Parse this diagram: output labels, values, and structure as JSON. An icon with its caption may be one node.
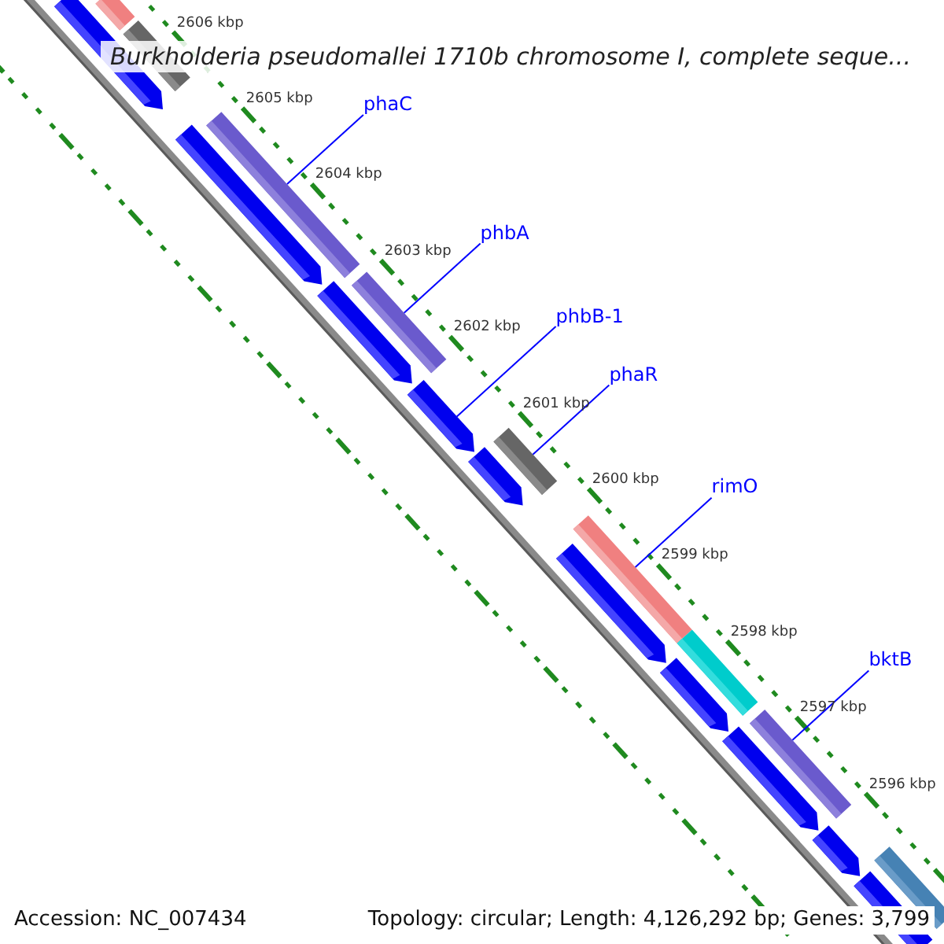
{
  "diagram": {
    "title": "Burkholderia pseudomallei 1710b chromosome I, complete seque...",
    "nodes": [
      {
        "text": [],
        "shape": "bar"
      },
      {
        "text": [],
        "shape": "bar"
      },
      {
        "text": [],
        "shape": "bar"
      },
      {
        "text": [
          "phaC"
        ]
      },
      {
        "text": [],
        "shape": "bar"
      },
      {
        "text": [],
        "shape": "bar"
      },
      {
        "text": [
          "phbA"
        ]
      },
      {
        "text": [],
        "shape": "bar"
      },
      {
        "text": [],
        "shape": "bar"
      },
      {
        "text": [
          "phbB-1"
        ]
      },
      {
        "text": [],
        "shape": "bar"
      },
      {
        "text": [
          "phaR"
        ]
      },
      {
        "text": [],
        "shape": "bar"
      },
      {
        "text": [],
        "shape": "bar"
      },
      {
        "text": [
          "rimO"
        ]
      },
      {
        "text": [],
        "shape": "bar"
      },
      {
        "text": [],
        "shape": "bar"
      },
      {
        "text": [],
        "shape": "bar"
      },
      {
        "text": [],
        "shape": "bar"
      },
      {
        "text": [
          "bktB"
        ]
      },
      {
        "text": [],
        "shape": "bar"
      },
      {
        "text": [],
        "shape": "bar"
      },
      {
        "text": [],
        "shape": "bar"
      },
      {
        "text": [],
        "shape": "bar"
      },
      {
        "text": [],
        "shape": "bar"
      }
    ],
    "edges": [
      {
        "from": 3,
        "to": 4,
        "arrow": "none"
      },
      {
        "from": 6,
        "to": 7,
        "arrow": "none"
      },
      {
        "from": 9,
        "to": 10,
        "arrow": "none"
      },
      {
        "from": 11,
        "to": 12,
        "arrow": "none"
      },
      {
        "from": 14,
        "to": 15,
        "arrow": "none"
      },
      {
        "from": 19,
        "to": 20,
        "arrow": "none"
      }
    ],
    "labels": [
      "2606 kbp",
      "2605 kbp",
      "2604 kbp",
      "2603 kbp",
      "2602 kbp",
      "2601 kbp",
      "2600 kbp",
      "2599 kbp",
      "2598 kbp",
      "2597 kbp",
      "2596 kbp",
      "Accession: NC_007434",
      "Topology: circular; Length: 4,126,292 bp; Genes: 3,799"
    ]
  }
}
